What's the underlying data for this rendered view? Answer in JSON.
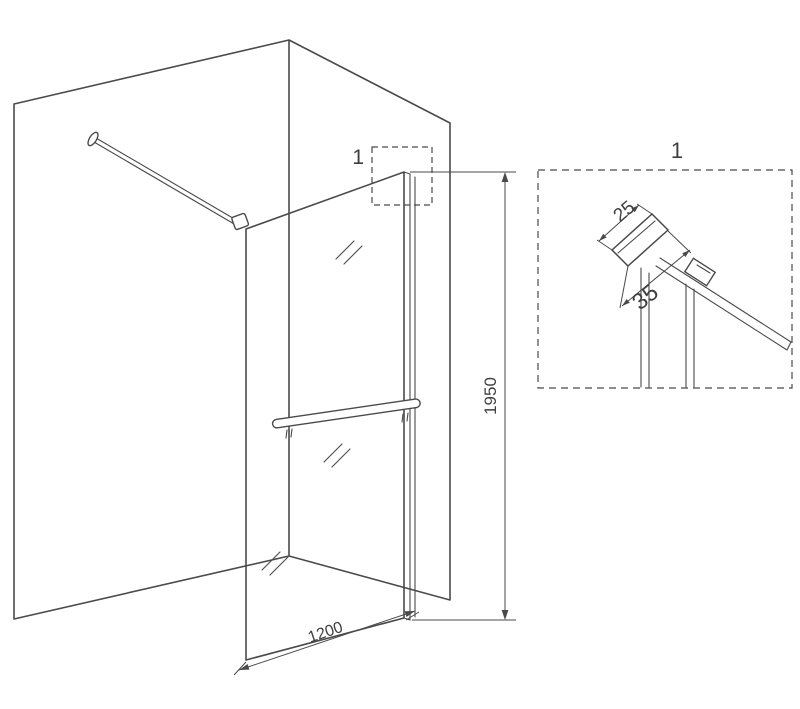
{
  "page": {
    "background_color": "#ffffff",
    "line_color": "#4a4a4a",
    "description": "Technical line drawing of a walk-in shower glass screen with wall support bar, towel bar and detail section"
  },
  "main_view": {
    "detail_callout_label": "1",
    "height_dimension": "1950",
    "width_dimension": "1200"
  },
  "detail_view": {
    "label": "1",
    "dimension_small": "25",
    "dimension_large": "35"
  }
}
